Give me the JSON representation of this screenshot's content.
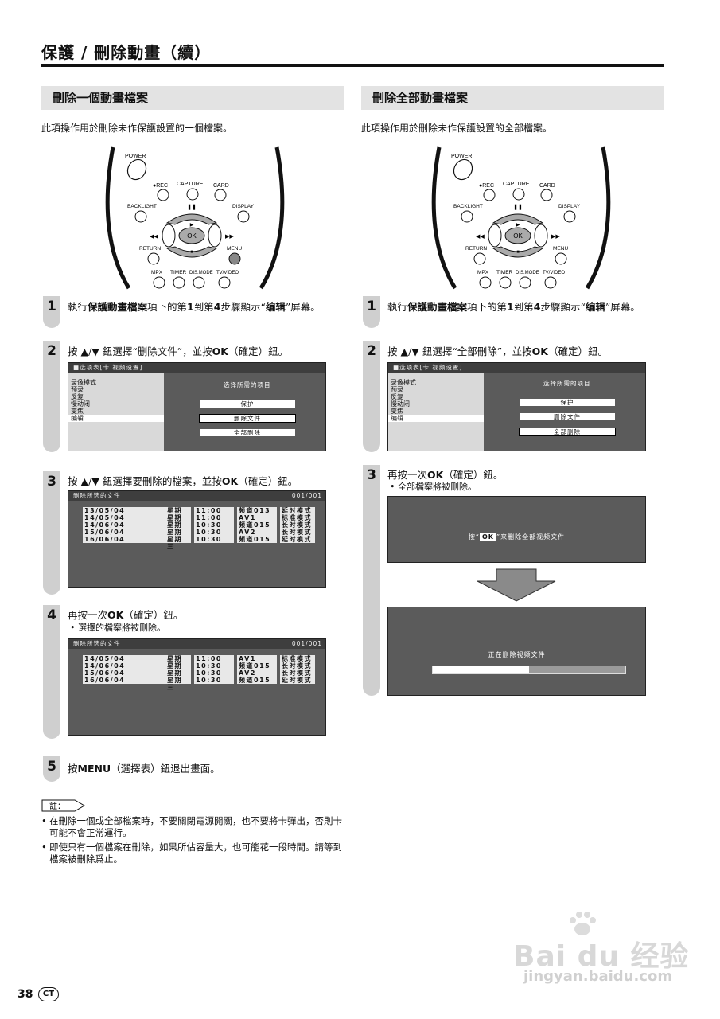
{
  "page_title": "保護 / 刪除動畫（續）",
  "left": {
    "heading": "刪除一個動畫檔案",
    "intro": "此項操作用於刪除未作保護設置的一個檔案。",
    "steps": [
      {
        "num": "1",
        "pre": "執行",
        "bold1": "保護動畫檔案",
        "mid1": "項下的第",
        "b2": "1",
        "mid2": "到第",
        "b3": "4",
        "mid3": "步驟顯示“",
        "b4": "编辑",
        "post": "”屏幕。"
      },
      {
        "num": "2",
        "pre": "按 ▲/▼ 鈕選擇“删除文件”，並按",
        "bold": "OK",
        "post": "（確定）鈕。"
      },
      {
        "num": "3",
        "pre": "按 ▲/▼ 鈕選擇要刪除的檔案，並按",
        "bold": "OK",
        "post": "（確定）鈕。"
      },
      {
        "num": "4",
        "pre": "再按一次",
        "bold": "OK",
        "post": "（確定）鈕。",
        "bullet": "選擇的檔案將被刪除。"
      },
      {
        "num": "5",
        "pre": "按",
        "bold": "MENU",
        "post": "（選擇表）鈕退出畫面。"
      }
    ]
  },
  "right": {
    "heading": "刪除全部動畫檔案",
    "intro": "此項操作用於刪除未作保護設置的全部檔案。",
    "steps": [
      {
        "num": "1",
        "pre": "執行",
        "bold1": "保護動畫檔案",
        "mid1": "項下的第",
        "b2": "1",
        "mid2": "到第",
        "b3": "4",
        "mid3": "步驟顯示“",
        "b4": "编辑",
        "post": "”屏幕。"
      },
      {
        "num": "2",
        "pre": "按 ▲/▼ 鈕選擇“全部刪除”，並按",
        "bold": "OK",
        "post": "（確定）鈕。"
      },
      {
        "num": "3",
        "pre": "再按一次",
        "bold": "OK",
        "post": "（確定）鈕。",
        "bullet": "全部檔案將被刪除。"
      }
    ]
  },
  "remote": {
    "power": "POWER",
    "rec": "●REC",
    "capture": "CAPTURE",
    "card": "CARD",
    "backlight": "BACKLIGHT",
    "display": "DISPLAY",
    "ok": "OK",
    "return": "RETURN",
    "menu": "MENU",
    "mpx": "MPX",
    "timer": "TIMER",
    "dismode": "DIS.MODE",
    "tvvideo": "TV/VIDEO"
  },
  "osd_menu": {
    "header": "■选项表[卡 视频设置]",
    "items": [
      "录像模式",
      "预录",
      "反复",
      "慢动闭",
      "变焦",
      "编辑"
    ],
    "right_title": "选择所需的项目",
    "buttons": [
      "保护",
      "删除文件",
      "全部删除"
    ]
  },
  "osd_list1": {
    "header": "删除所选的文件",
    "counter": "001/001",
    "rows": [
      [
        "13/05/04",
        "星期四",
        "11:00",
        "频道013",
        "延时模式"
      ],
      [
        "14/05/04",
        "星期五",
        "11:00",
        "AV1",
        "标准模式"
      ],
      [
        "14/06/04",
        "星期一",
        "10:30",
        "频道015",
        "长时模式"
      ],
      [
        "15/06/04",
        "星期二",
        "10:30",
        "AV2",
        "长时模式"
      ],
      [
        "16/06/04",
        "星期三",
        "10:30",
        "频道015",
        "延时模式"
      ]
    ]
  },
  "osd_list2": {
    "header": "删除所选的文件",
    "counter": "001/001",
    "rows": [
      [
        "14/05/04",
        "星期五",
        "11:00",
        "AV1",
        "标准模式"
      ],
      [
        "14/06/04",
        "星期一",
        "10:30",
        "频道015",
        "长时模式"
      ],
      [
        "15/06/04",
        "星期二",
        "10:30",
        "AV2",
        "长时模式"
      ],
      [
        "16/06/04",
        "星期三",
        "10:30",
        "频道015",
        "延时模式"
      ]
    ]
  },
  "osd_confirm": {
    "pre": "按“",
    "key": "OK",
    "post": "”来删除全部视频文件"
  },
  "osd_progress": {
    "label": "正在删除视频文件",
    "progress": 0.5
  },
  "note": {
    "label": "註：",
    "items": [
      "在刪除一個或全部檔案時，不要關閉電源開關，也不要將卡彈出，否則卡可能不會正常運行。",
      "即使只有一個檔案在刪除，如果所佔容量大，也可能花一段時間。請等到檔案被刪除爲止。"
    ]
  },
  "footer": {
    "page": "38",
    "badge": "CT"
  },
  "watermark": {
    "logo": "Bai du 经验",
    "url": "jingyan.baidu.com"
  },
  "colors": {
    "osd_bg": "#5b5b5b",
    "osd_light": "#d9d9d9",
    "step_bar": "#cfcfcf",
    "heading_bg": "#e3e3e3"
  }
}
